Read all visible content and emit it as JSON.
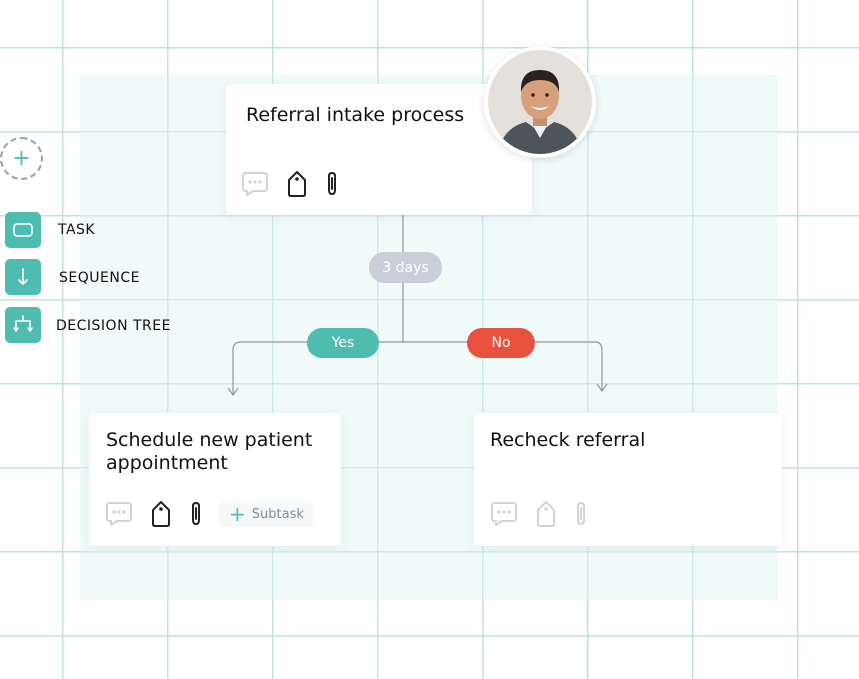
{
  "cards": {
    "main": {
      "title": "Referral intake process"
    },
    "yes_branch": {
      "title": "Schedule new patient appointment"
    },
    "no_branch": {
      "title": "Recheck referral"
    }
  },
  "connectors": {
    "delay_label": "3 days",
    "yes_label": "Yes",
    "no_label": "No"
  },
  "toolbar": {
    "add_symbol": "+",
    "items": [
      {
        "label": "TASK",
        "icon": "task-icon"
      },
      {
        "label": "SEQUENCE",
        "icon": "arrow-down-icon"
      },
      {
        "label": "DECISION TREE",
        "icon": "decision-tree-icon"
      }
    ]
  },
  "subtask": {
    "plus": "+",
    "label": "Subtask"
  },
  "colors": {
    "accent": "#4fbcb0",
    "no": "#e9513f",
    "delay": "#c9cfd8",
    "grid": "#cfe9e6",
    "canvas_tint": "#effaf9"
  }
}
